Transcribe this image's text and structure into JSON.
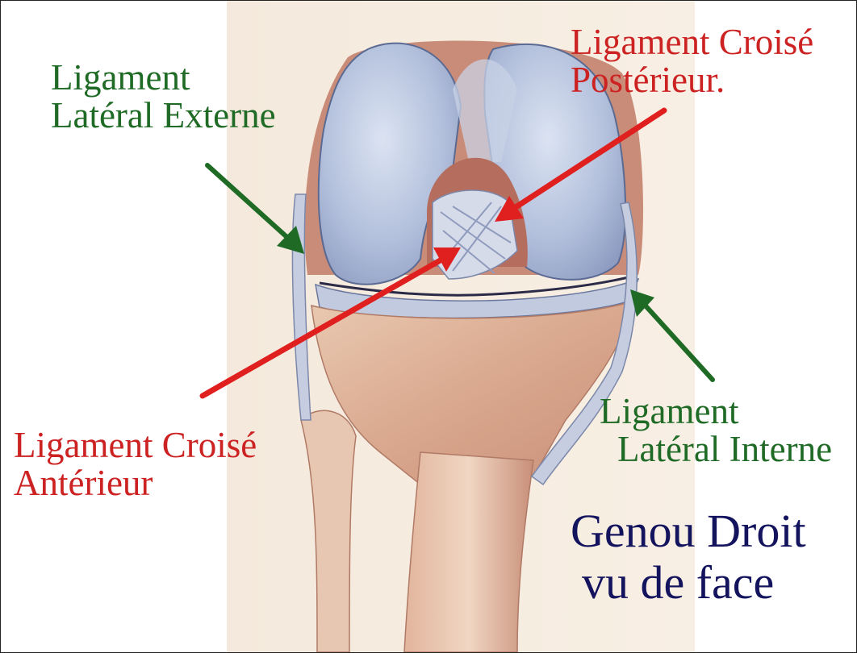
{
  "labels": {
    "lateral_externe": {
      "line1": "Ligament",
      "line2": "Latéral Externe",
      "color": "#1f6b26"
    },
    "croise_posterieur": {
      "line1": "Ligament Croisé",
      "line2": "Postérieur.",
      "color": "#cc2222"
    },
    "croise_anterieur": {
      "line1": "Ligament Croisé",
      "line2": "Antérieur",
      "color": "#cc2222"
    },
    "lateral_interne": {
      "line1": "Ligament",
      "line2": "Latéral Interne",
      "color": "#1f6b26"
    }
  },
  "title": {
    "line1": "Genou Droit",
    "line2": "vu de face",
    "color": "#14145e"
  },
  "arrows": [
    {
      "target": "ligament-lateral-externe",
      "color": "#1f6b26"
    },
    {
      "target": "ligament-croise-posterieur",
      "color": "#e0201f"
    },
    {
      "target": "ligament-croise-anterieur",
      "color": "#e0201f"
    },
    {
      "target": "ligament-lateral-interne",
      "color": "#1f6b26"
    }
  ]
}
